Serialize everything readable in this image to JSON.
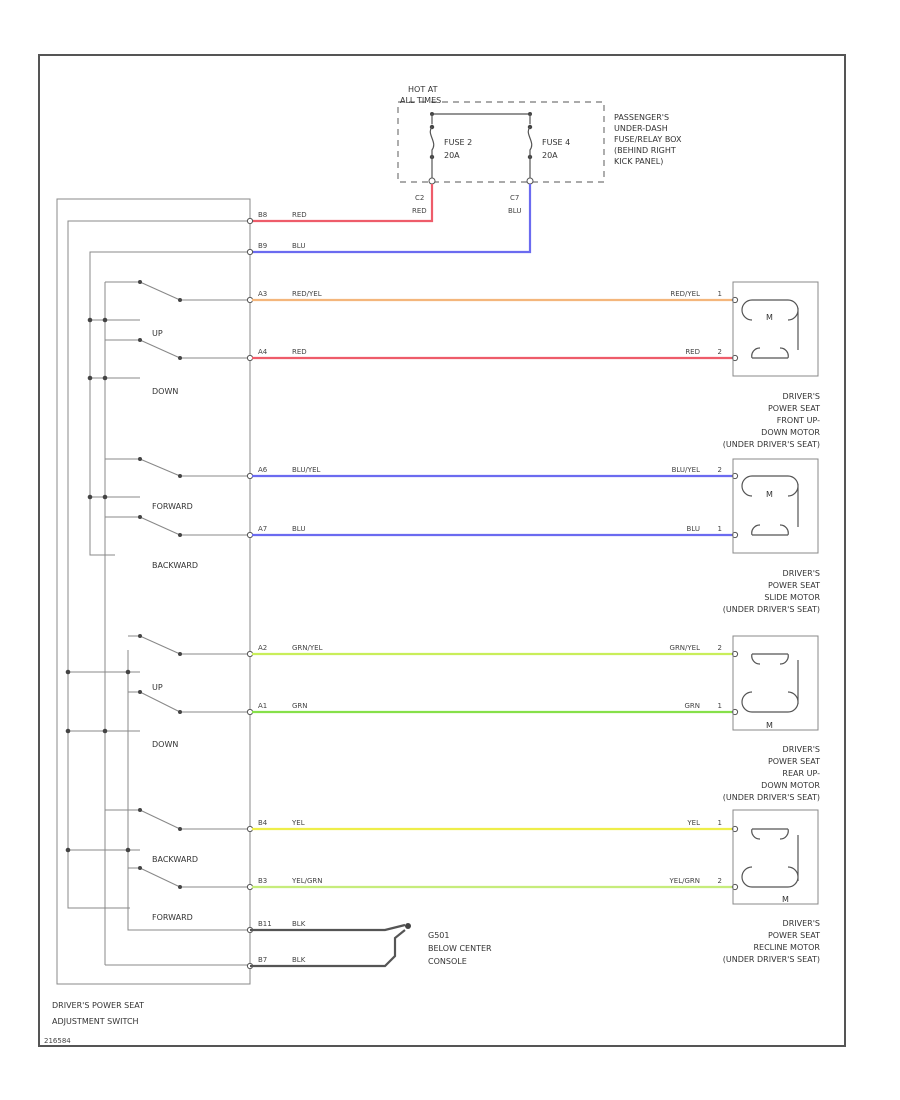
{
  "colors": {
    "red": "#ee5c6a",
    "blue": "#6b6bf0",
    "orange": "#f4b67c",
    "yellow_green": "#c9ee5a",
    "green": "#86e04a",
    "yellow": "#eeee4a",
    "yel_grn": "#c6ec7c",
    "black": "#555555"
  },
  "fuse_box": {
    "hot_label": "HOT AT",
    "hot_label2": "ALL TIMES",
    "fuse_left_name": "FUSE 2",
    "fuse_left_amp": "20A",
    "fuse_right_name": "FUSE 4",
    "fuse_right_amp": "20A",
    "desc": [
      "PASSENGER'S",
      "UNDER-DASH",
      "FUSE/RELAY BOX",
      "(BEHIND RIGHT",
      "KICK PANEL)"
    ],
    "left_pin": "C2",
    "left_color": "RED",
    "right_pin": "C7",
    "right_color": "BLU"
  },
  "switch": {
    "name1": "DRIVER'S POWER SEAT",
    "name2": "ADJUSTMENT SWITCH",
    "labels": {
      "up1": "UP",
      "down1": "DOWN",
      "forward1": "FORWARD",
      "backward1": "BACKWARD",
      "up2": "UP",
      "down2": "DOWN",
      "backward2": "BACKWARD",
      "forward2": "FORWARD"
    }
  },
  "rows": [
    {
      "pin": "B8",
      "color": "RED"
    },
    {
      "pin": "B9",
      "color": "BLU"
    },
    {
      "pin": "A3",
      "color": "RED/YEL",
      "rcolor": "RED/YEL",
      "rpin": "1"
    },
    {
      "pin": "A4",
      "color": "RED",
      "rcolor": "RED",
      "rpin": "2"
    },
    {
      "pin": "A6",
      "color": "BLU/YEL",
      "rcolor": "BLU/YEL",
      "rpin": "2"
    },
    {
      "pin": "A7",
      "color": "BLU",
      "rcolor": "BLU",
      "rpin": "1"
    },
    {
      "pin": "A2",
      "color": "GRN/YEL",
      "rcolor": "GRN/YEL",
      "rpin": "2"
    },
    {
      "pin": "A1",
      "color": "GRN",
      "rcolor": "GRN",
      "rpin": "1"
    },
    {
      "pin": "B4",
      "color": "YEL",
      "rcolor": "YEL",
      "rpin": "1"
    },
    {
      "pin": "B3",
      "color": "YEL/GRN",
      "rcolor": "YEL/GRN",
      "rpin": "2"
    },
    {
      "pin": "B11",
      "color": "BLK"
    },
    {
      "pin": "B7",
      "color": "BLK"
    }
  ],
  "motors": [
    {
      "m": "M",
      "desc": [
        "DRIVER'S",
        "POWER SEAT",
        "FRONT UP-",
        "DOWN MOTOR",
        "(UNDER DRIVER'S SEAT)"
      ]
    },
    {
      "m": "M",
      "desc": [
        "DRIVER'S",
        "POWER SEAT",
        "SLIDE MOTOR",
        "(UNDER DRIVER'S SEAT)"
      ]
    },
    {
      "m": "M",
      "desc": [
        "DRIVER'S",
        "POWER SEAT",
        "REAR UP-",
        "DOWN MOTOR",
        "(UNDER DRIVER'S SEAT)"
      ]
    },
    {
      "m": "M",
      "desc": [
        "DRIVER'S",
        "POWER SEAT",
        "RECLINE MOTOR",
        "(UNDER DRIVER'S SEAT)"
      ]
    }
  ],
  "ground": {
    "id": "G501",
    "desc1": "BELOW CENTER",
    "desc2": "CONSOLE"
  },
  "figure_id": "216584"
}
